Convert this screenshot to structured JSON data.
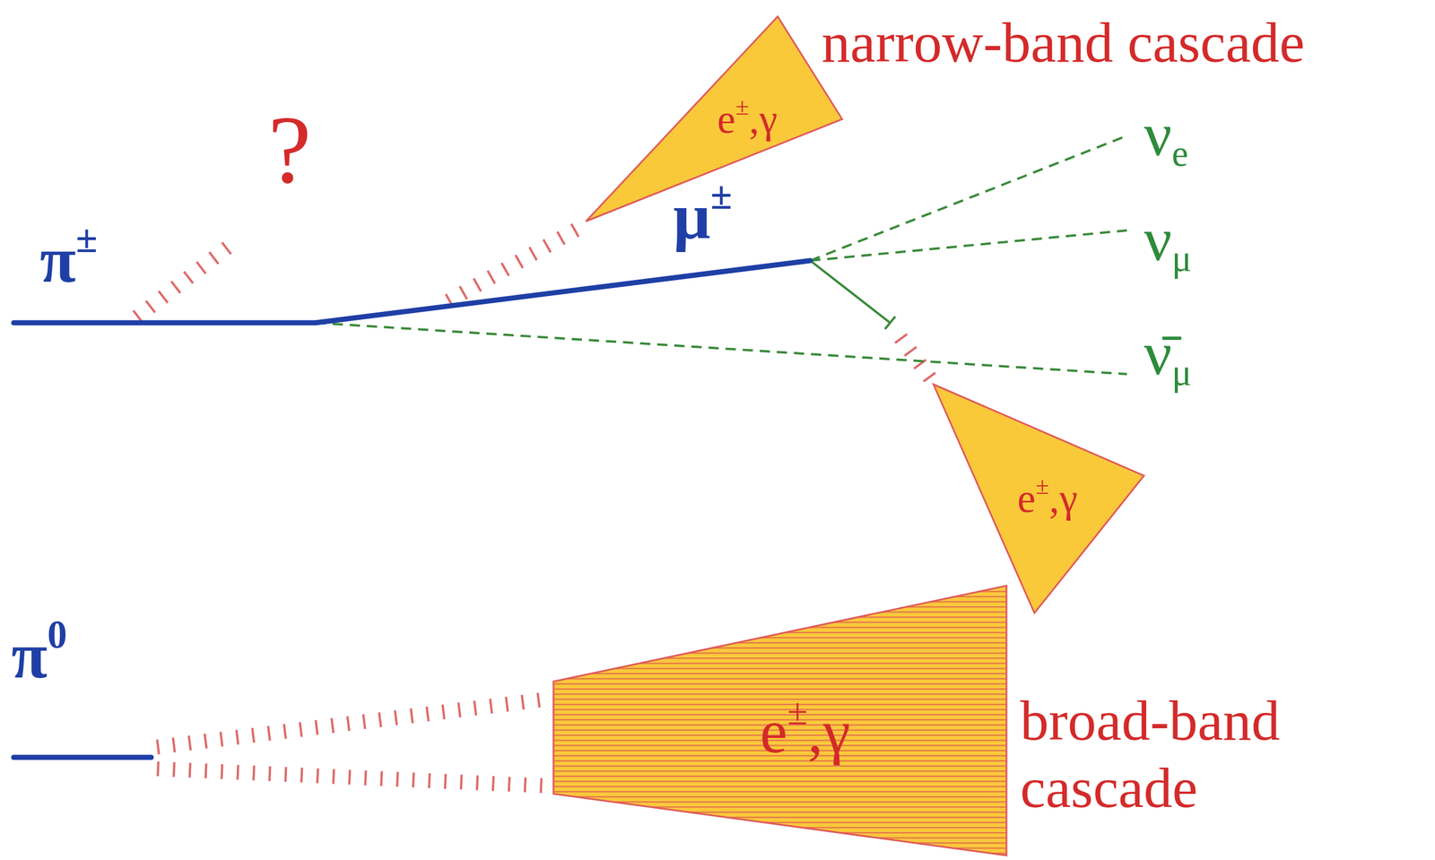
{
  "diagram": {
    "nodes": [
      {
        "text": [
          "e±,γ",
          "narrow-band cascade"
        ]
      },
      {
        "text": [
          "e±,γ"
        ]
      },
      {
        "text": [
          "e±,γ",
          "broad-band cascade"
        ]
      }
    ],
    "labels": [
      "?",
      "π±",
      "μ±",
      "νe",
      "νμ",
      "ν̄μ",
      "π0"
    ]
  }
}
